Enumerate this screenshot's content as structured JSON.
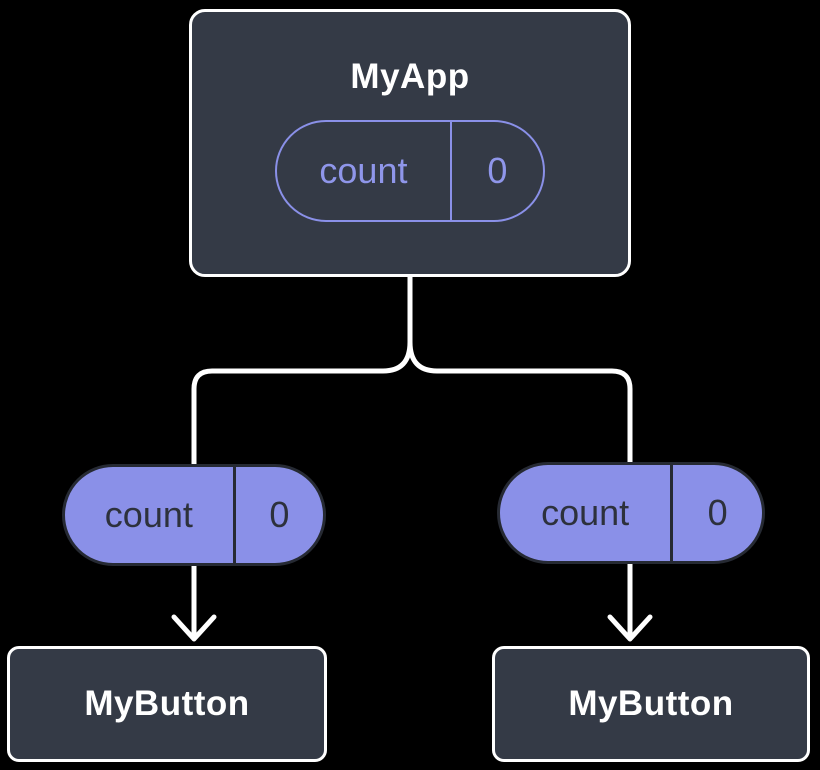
{
  "diagram": {
    "type": "component-tree",
    "background": "#000000",
    "colors": {
      "node_fill": "#343a46",
      "node_border": "#ffffff",
      "accent_purple": "#8a90e8",
      "pill_text_dark": "#2d313c",
      "edge": "#ffffff"
    },
    "root": {
      "title": "MyApp",
      "state": {
        "name": "count",
        "value": "0"
      }
    },
    "children": [
      {
        "title": "MyButton",
        "prop": {
          "name": "count",
          "value": "0"
        }
      },
      {
        "title": "MyButton",
        "prop": {
          "name": "count",
          "value": "0"
        }
      }
    ]
  }
}
